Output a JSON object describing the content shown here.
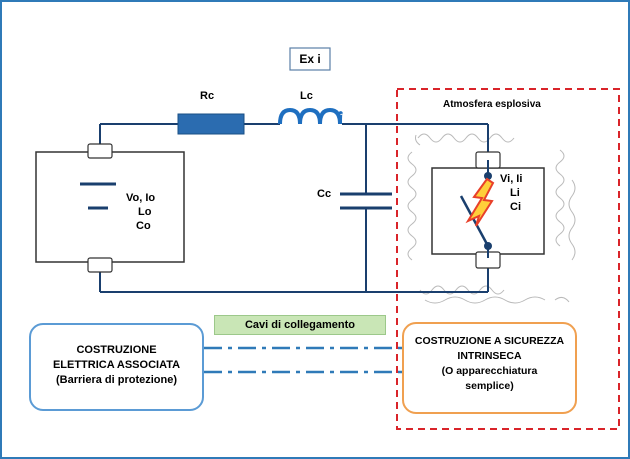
{
  "standard_tag": "Ex i",
  "resistor_label": "Rc",
  "inductor_label": "Lc",
  "capacitor_label": "Cc",
  "hazard_zone_label": "Atmosfera esplosiva",
  "source_params": [
    "Vo, Io",
    "Lo",
    "Co"
  ],
  "device_params": [
    "Vi, Ii",
    "Li",
    "Ci"
  ],
  "cable_label": "Cavi di collegamento",
  "associated_apparatus": {
    "line1": "COSTRUZIONE",
    "line2": "ELETTRICA ASSOCIATA",
    "line3": "(Barriera di protezione)"
  },
  "intrinsic_apparatus": {
    "line1": "COSTRUZIONE A SICUREZZA",
    "line2": "INTRINSECA",
    "line3": "(O apparecchiatura",
    "line4": "semplice)"
  },
  "colors": {
    "frame": "#2f7ab8",
    "wire": "#1a3f6e",
    "resistor": "#2b6cb0",
    "inductor": "#1f6fc0",
    "hazard_border": "#d9242a",
    "cable": "#2f7ab8",
    "cable_label_bg": "#c9e6b6",
    "associated_border": "#5b9bd5",
    "intrinsic_border": "#f0a050",
    "spark": "#e8402a"
  }
}
